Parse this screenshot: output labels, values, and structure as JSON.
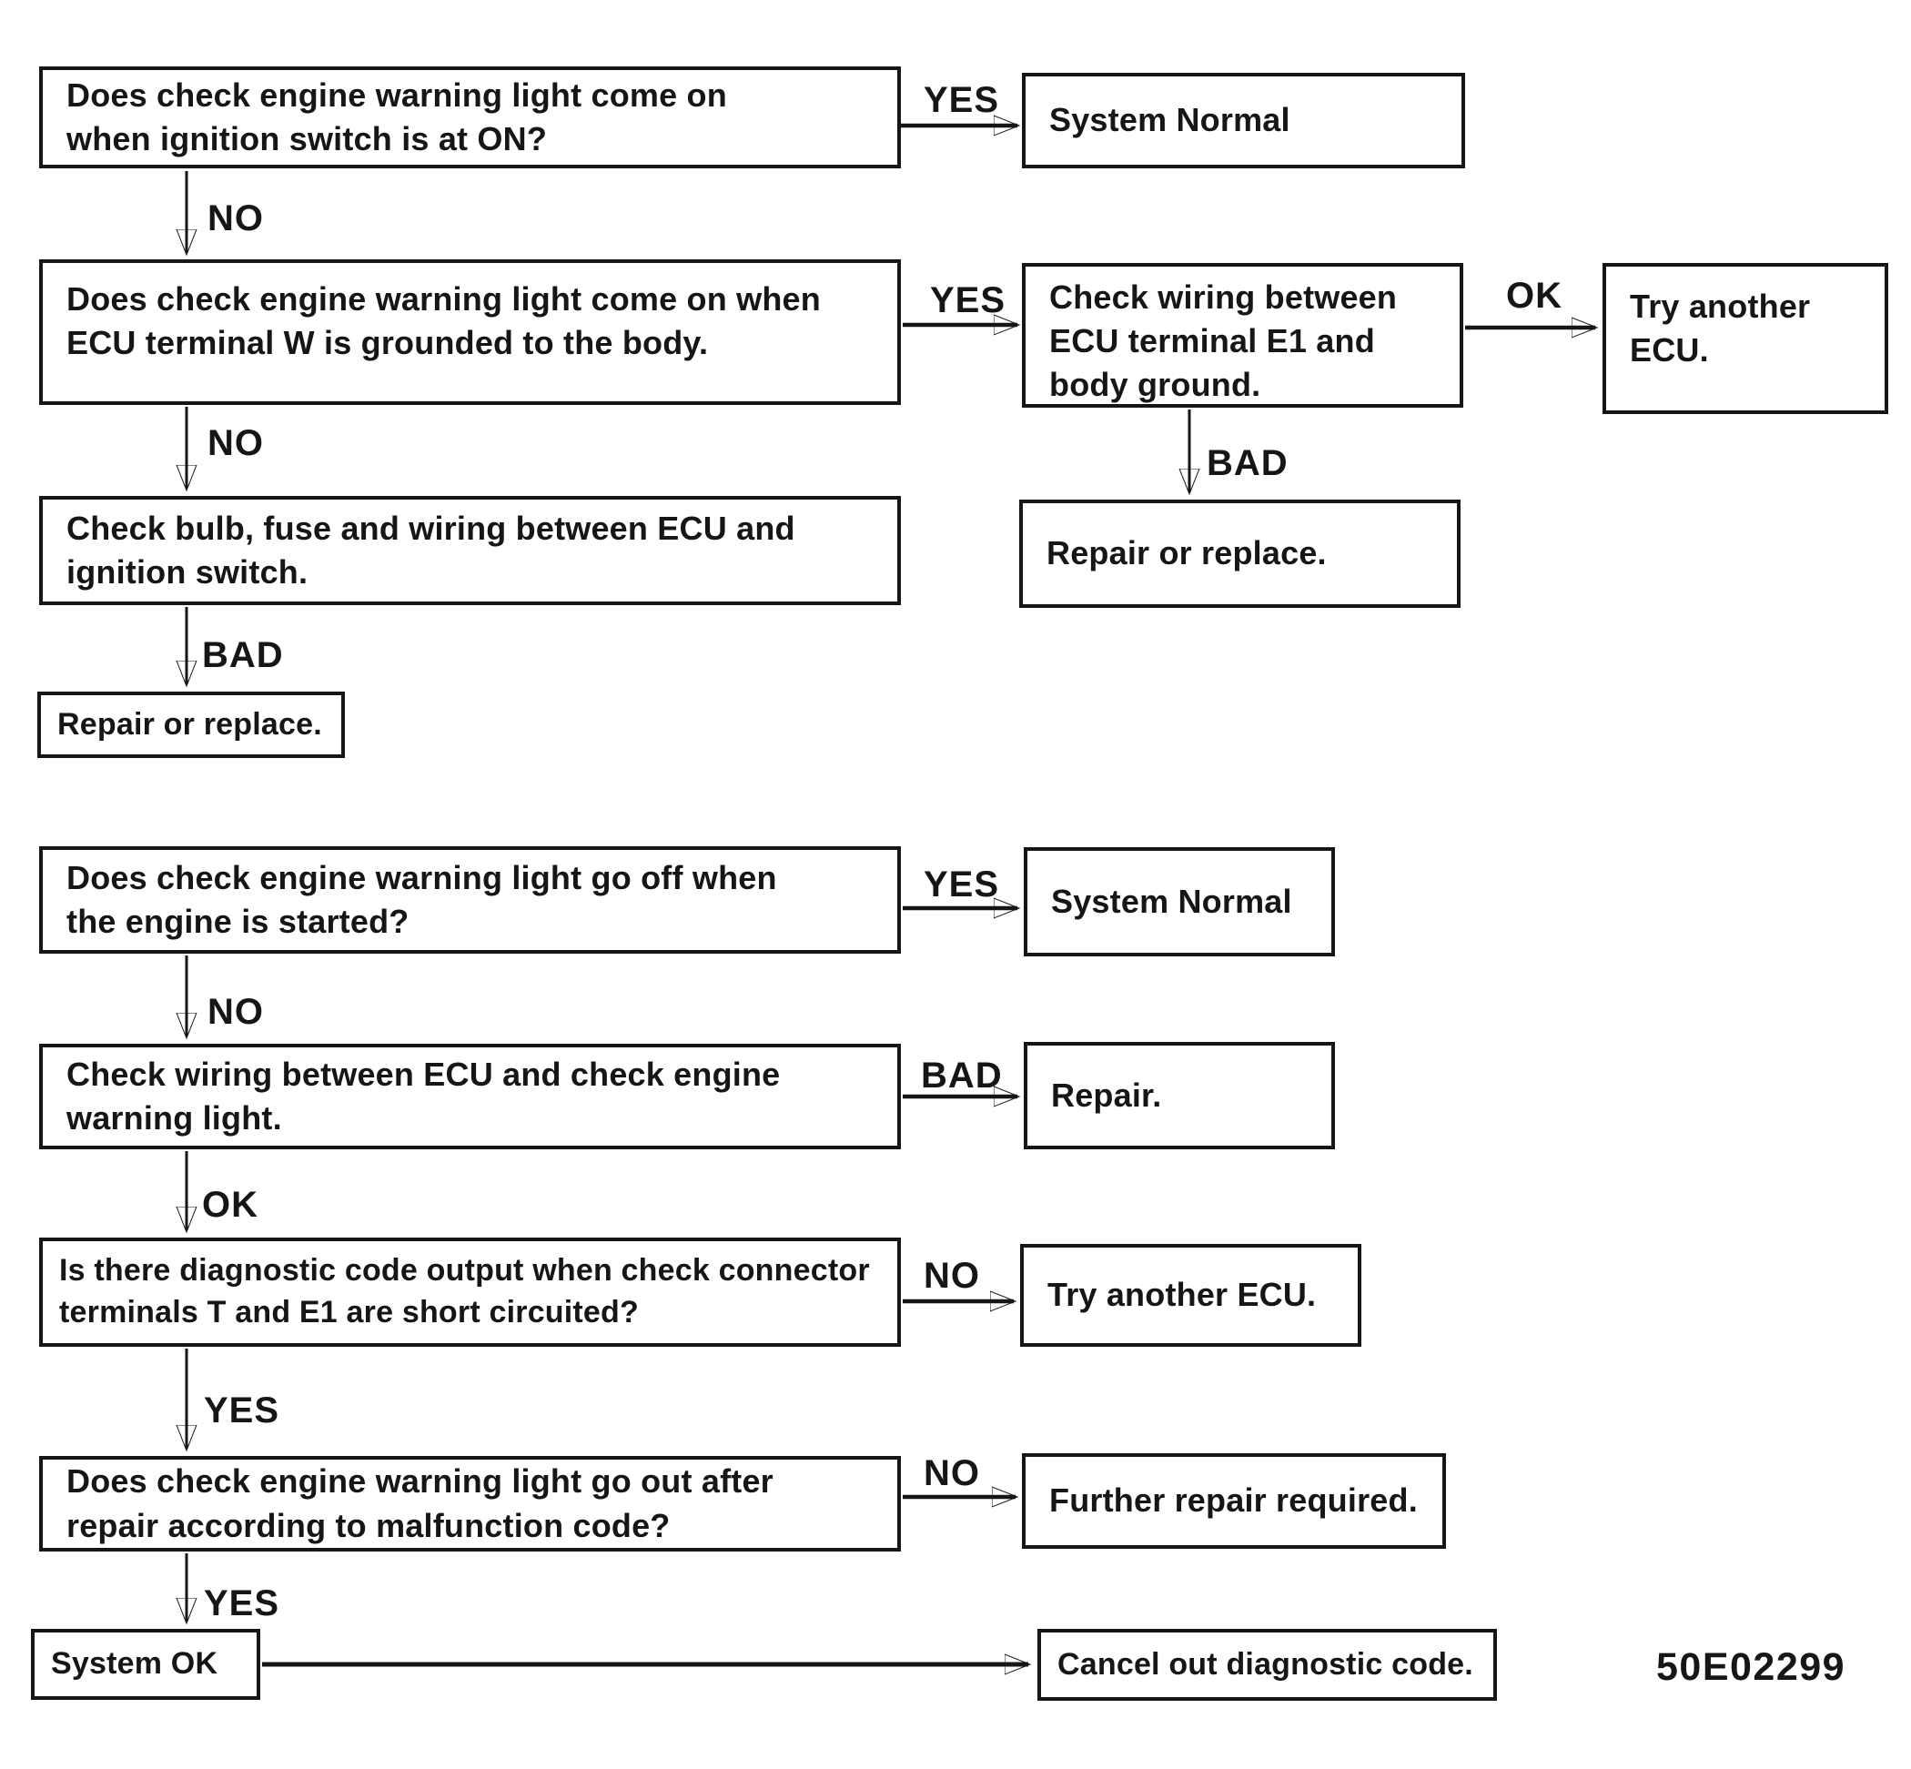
{
  "figure_code": "50E02299",
  "colors": {
    "ink": "#161616",
    "paper": "#ffffff"
  },
  "diagram": {
    "title_implied": "Check engine warning light diagnostic flowchart",
    "nodes": {
      "q1": "Does check engine warning light come on\nwhen ignition switch is at ON?",
      "system_normal_1": "System Normal",
      "q2": "Does check engine warning light come on when\nECU terminal W is grounded to the body.",
      "check_wiring_e1": "Check wiring between\nECU terminal E1 and\nbody ground.",
      "try_another_ecu_1": "Try another\nECU.",
      "repair_or_replace_right": "Repair or replace.",
      "q3": "Check bulb, fuse and wiring between ECU and\nignition switch.",
      "repair_or_replace_left": "Repair or replace.",
      "q4": "Does check engine warning light go off when\nthe engine is started?",
      "system_normal_2": "System Normal",
      "q5": "Check wiring between ECU and check engine\nwarning light.",
      "repair": "Repair.",
      "q6": "Is there diagnostic code output when check connector\nterminals T and E1 are short circuited?",
      "try_another_ecu_2": "Try another ECU.",
      "q7": "Does check engine warning light go out after\nrepair according to malfunction code?",
      "further_repair": "Further repair required.",
      "system_ok": "System OK",
      "cancel_code": "Cancel out diagnostic code."
    },
    "edges": [
      {
        "from": "q1",
        "to": "system_normal_1",
        "label": "YES"
      },
      {
        "from": "q1",
        "to": "q2",
        "label": "NO"
      },
      {
        "from": "q2",
        "to": "check_wiring_e1",
        "label": "YES"
      },
      {
        "from": "check_wiring_e1",
        "to": "try_another_ecu_1",
        "label": "OK"
      },
      {
        "from": "check_wiring_e1",
        "to": "repair_or_replace_right",
        "label": "BAD"
      },
      {
        "from": "q2",
        "to": "q3",
        "label": "NO"
      },
      {
        "from": "q3",
        "to": "repair_or_replace_left",
        "label": "BAD"
      },
      {
        "from": "q4",
        "to": "system_normal_2",
        "label": "YES"
      },
      {
        "from": "q4",
        "to": "q5",
        "label": "NO"
      },
      {
        "from": "q5",
        "to": "repair",
        "label": "BAD"
      },
      {
        "from": "q5",
        "to": "q6",
        "label": "OK"
      },
      {
        "from": "q6",
        "to": "try_another_ecu_2",
        "label": "NO"
      },
      {
        "from": "q6",
        "to": "q7",
        "label": "YES"
      },
      {
        "from": "q7",
        "to": "further_repair",
        "label": "NO"
      },
      {
        "from": "q7",
        "to": "system_ok",
        "label": "YES"
      },
      {
        "from": "system_ok",
        "to": "cancel_code",
        "label": ""
      }
    ]
  }
}
